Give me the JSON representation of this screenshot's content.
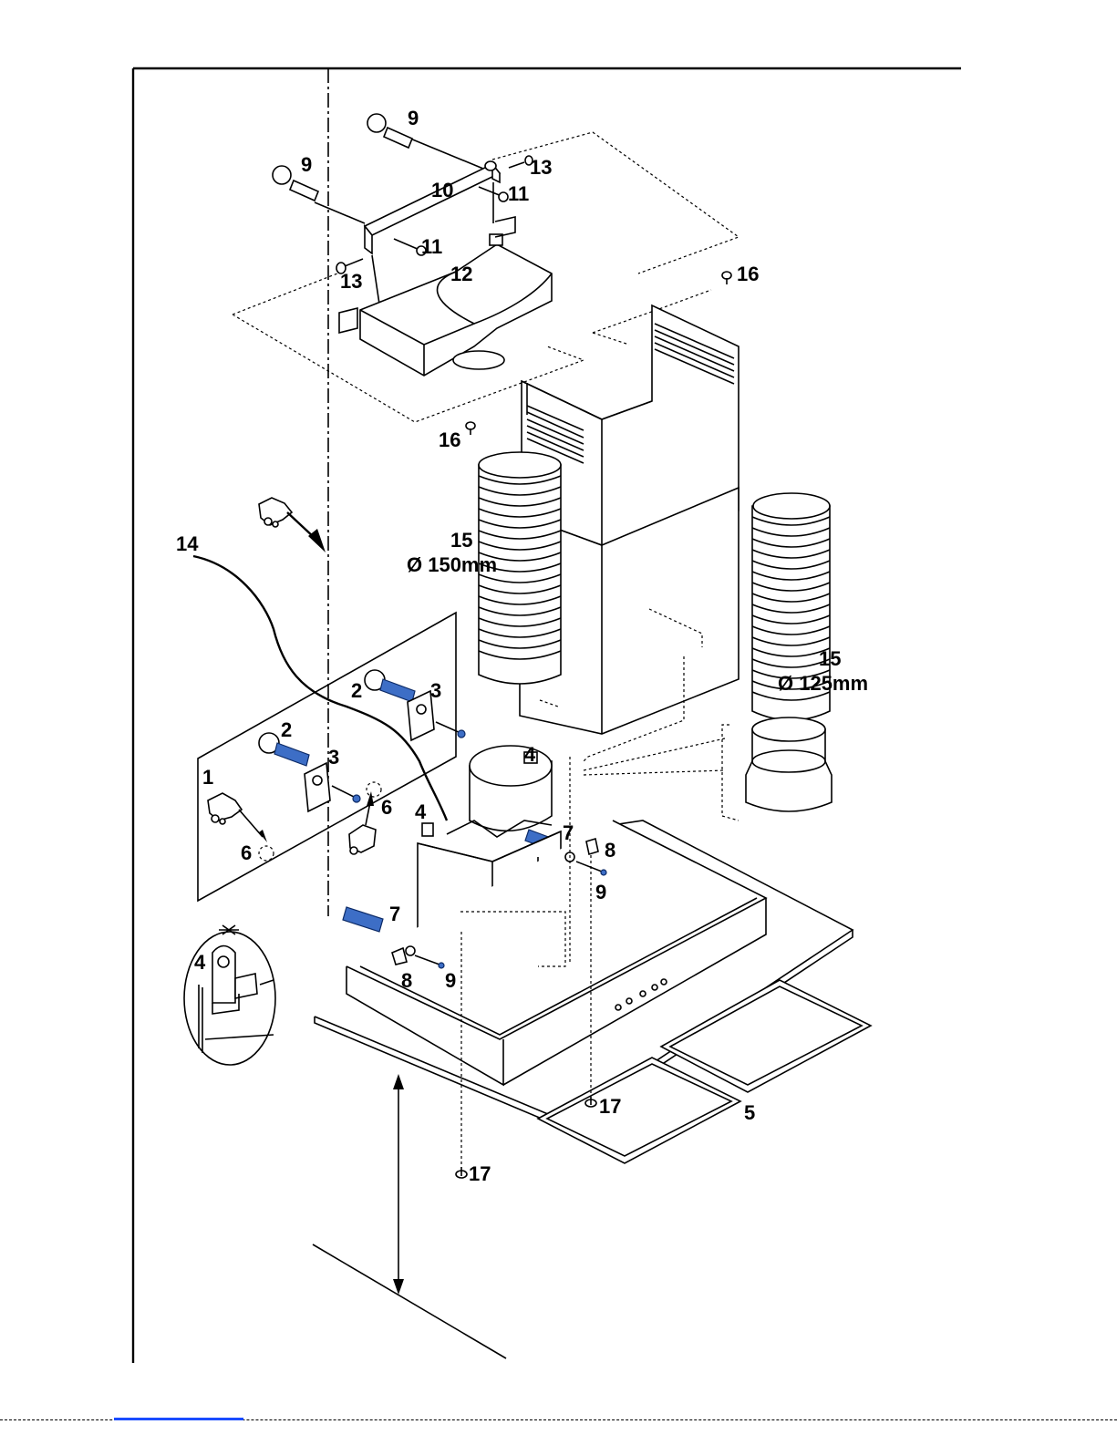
{
  "labels": {
    "c1": "1",
    "c2a": "2",
    "c2b": "2",
    "c3a": "3",
    "c3b": "3",
    "c4a": "4",
    "c4b": "4",
    "c4c": "4",
    "c5": "5",
    "c6a": "6",
    "c6b": "6",
    "c7a": "7",
    "c7b": "7",
    "c8a": "8",
    "c8b": "8",
    "c9a": "9",
    "c9b": "9",
    "c9c": "9",
    "c9d": "9",
    "c10": "10",
    "c11a": "11",
    "c11b": "11",
    "c12": "12",
    "c13a": "13",
    "c13b": "13",
    "c14": "14",
    "c15a": "15",
    "c15a_dim": "Ø 150mm",
    "c15b": "15",
    "c15b_dim": "Ø 125mm",
    "c16a": "16",
    "c16b": "16",
    "c17a": "17",
    "c17b": "17"
  },
  "colors": {
    "line": "#000000",
    "wall_plug": "#3d6ec6",
    "footer_accent": "#1a4cff"
  },
  "icons": [
    "hand-drill-icon",
    "hand-drill-icon",
    "hand-drill-icon",
    "direction-arrow-icon"
  ]
}
